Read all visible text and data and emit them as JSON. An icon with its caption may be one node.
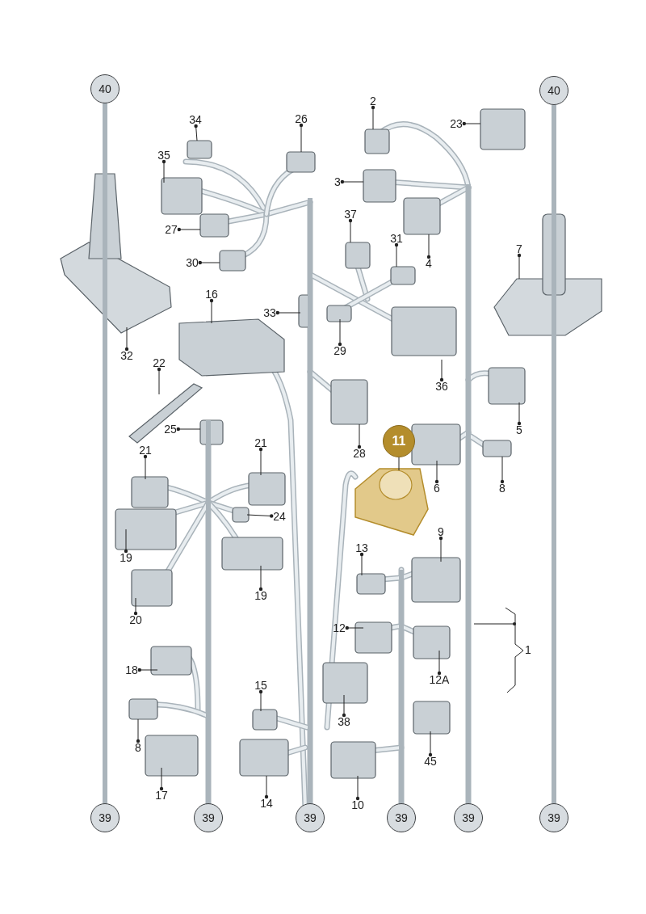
{
  "diagram": {
    "nodes": [
      {
        "text": [
          "40"
        ]
      },
      {
        "text": [
          "40"
        ]
      },
      {
        "text": [
          "2"
        ]
      },
      {
        "text": [
          "26"
        ]
      },
      {
        "text": [
          "34"
        ]
      },
      {
        "text": [
          "23"
        ]
      },
      {
        "text": [
          "35"
        ]
      },
      {
        "text": [
          "3"
        ]
      },
      {
        "text": [
          "37"
        ]
      },
      {
        "text": [
          "27"
        ]
      },
      {
        "text": [
          "31"
        ]
      },
      {
        "text": [
          "7"
        ]
      },
      {
        "text": [
          "4"
        ]
      },
      {
        "text": [
          "30"
        ]
      },
      {
        "text": [
          "16"
        ]
      },
      {
        "text": [
          "33"
        ]
      },
      {
        "text": [
          "32"
        ]
      },
      {
        "text": [
          "22"
        ]
      },
      {
        "text": [
          "29"
        ]
      },
      {
        "text": [
          "36"
        ]
      },
      {
        "text": [
          "5"
        ]
      },
      {
        "text": [
          "25"
        ]
      },
      {
        "text": [
          "21"
        ]
      },
      {
        "text": [
          "21"
        ]
      },
      {
        "text": [
          "11"
        ]
      },
      {
        "text": [
          "28"
        ]
      },
      {
        "text": [
          "6"
        ]
      },
      {
        "text": [
          "8"
        ]
      },
      {
        "text": [
          "24"
        ]
      },
      {
        "text": [
          "9"
        ]
      },
      {
        "text": [
          "13"
        ]
      },
      {
        "text": [
          "19"
        ]
      },
      {
        "text": [
          "19"
        ]
      },
      {
        "text": [
          "20"
        ]
      },
      {
        "text": [
          "12"
        ]
      },
      {
        "text": [
          "18"
        ]
      },
      {
        "text": [
          "12A"
        ]
      },
      {
        "text": [
          "15"
        ]
      },
      {
        "text": [
          "38"
        ]
      },
      {
        "text": [
          "8"
        ]
      },
      {
        "text": [
          "45"
        ]
      },
      {
        "text": [
          "17"
        ]
      },
      {
        "text": [
          "14"
        ]
      },
      {
        "text": [
          "10"
        ]
      },
      {
        "text": [
          "39"
        ]
      },
      {
        "text": [
          "39"
        ]
      },
      {
        "text": [
          "39"
        ]
      },
      {
        "text": [
          "39"
        ]
      },
      {
        "text": [
          "39"
        ]
      },
      {
        "text": [
          "39"
        ]
      }
    ],
    "edges": [
      {
        "from": 0,
        "to": 44,
        "arrow": "none",
        "style": "thick",
        "color": "#aab4bb"
      },
      {
        "from": 1,
        "to": 49,
        "arrow": "none",
        "style": "thick",
        "color": "#aab4bb"
      },
      {
        "from": 45,
        "to": null,
        "arrow": "none",
        "style": "thick",
        "color": "#aab4bb"
      },
      {
        "from": 46,
        "to": null,
        "arrow": "none",
        "style": "thick",
        "color": "#aab4bb"
      },
      {
        "from": 47,
        "to": null,
        "arrow": "none",
        "style": "thick",
        "color": "#aab4bb"
      },
      {
        "from": 48,
        "to": null,
        "arrow": "none",
        "style": "thick",
        "color": "#aab4bb"
      },
      {
        "from": 2,
        "to": null,
        "arrow": "other"
      },
      {
        "from": 3,
        "to": null,
        "arrow": "other"
      },
      {
        "from": 4,
        "to": null,
        "arrow": "other"
      },
      {
        "from": 5,
        "to": null,
        "arrow": "other"
      },
      {
        "from": 6,
        "to": null,
        "arrow": "other"
      },
      {
        "from": 7,
        "to": null,
        "arrow": "other"
      },
      {
        "from": 8,
        "to": null,
        "arrow": "other"
      },
      {
        "from": 9,
        "to": null,
        "arrow": "other"
      },
      {
        "from": 10,
        "to": null,
        "arrow": "other"
      },
      {
        "from": 11,
        "to": null,
        "arrow": "other"
      },
      {
        "from": 12,
        "to": null,
        "arrow": "other"
      },
      {
        "from": 13,
        "to": null,
        "arrow": "other"
      },
      {
        "from": 14,
        "to": null,
        "arrow": "other"
      },
      {
        "from": 15,
        "to": null,
        "arrow": "other"
      },
      {
        "from": 16,
        "to": null,
        "arrow": "other"
      },
      {
        "from": 17,
        "to": null,
        "arrow": "other"
      },
      {
        "from": 18,
        "to": null,
        "arrow": "other"
      },
      {
        "from": 19,
        "to": null,
        "arrow": "other"
      },
      {
        "from": 20,
        "to": null,
        "arrow": "other"
      },
      {
        "from": 21,
        "to": null,
        "arrow": "other"
      },
      {
        "from": 22,
        "to": null,
        "arrow": "other"
      },
      {
        "from": 23,
        "to": null,
        "arrow": "other"
      },
      {
        "from": 24,
        "to": null,
        "arrow": "none"
      },
      {
        "from": 25,
        "to": null,
        "arrow": "other"
      },
      {
        "from": 26,
        "to": null,
        "arrow": "other"
      },
      {
        "from": 27,
        "to": null,
        "arrow": "other"
      },
      {
        "from": 28,
        "to": null,
        "arrow": "other"
      },
      {
        "from": 29,
        "to": null,
        "arrow": "other"
      },
      {
        "from": 30,
        "to": null,
        "arrow": "other"
      },
      {
        "from": 31,
        "to": null,
        "arrow": "other"
      },
      {
        "from": 32,
        "to": null,
        "arrow": "other"
      },
      {
        "from": 33,
        "to": null,
        "arrow": "other"
      },
      {
        "from": 34,
        "to": null,
        "arrow": "other"
      },
      {
        "from": 35,
        "to": null,
        "arrow": "other"
      },
      {
        "from": 36,
        "to": null,
        "arrow": "other"
      },
      {
        "from": 37,
        "to": null,
        "arrow": "other"
      },
      {
        "from": 38,
        "to": null,
        "arrow": "other"
      },
      {
        "from": 39,
        "to": null,
        "arrow": "other"
      },
      {
        "from": 40,
        "to": null,
        "arrow": "other"
      },
      {
        "from": 41,
        "to": null,
        "arrow": "other"
      },
      {
        "from": 42,
        "to": null,
        "arrow": "other"
      },
      {
        "from": 43,
        "to": null,
        "arrow": "other"
      }
    ],
    "labels": [
      "1"
    ]
  }
}
